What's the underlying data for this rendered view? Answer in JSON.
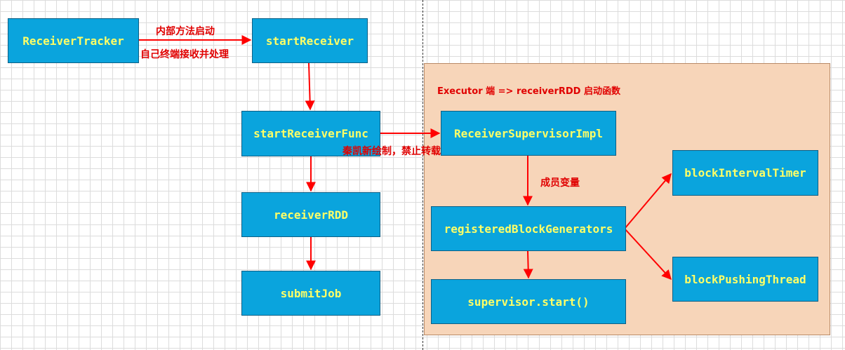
{
  "nodes": {
    "receiver_tracker": "ReceiverTracker",
    "start_receiver": "startReceiver",
    "start_receiver_func": "startReceiverFunc",
    "receiver_rdd": "receiverRDD",
    "submit_job": "submitJob",
    "receiver_supervisor_impl": "ReceiverSupervisorImpl",
    "registered_block_generators": "registeredBlockGenerators",
    "supervisor_start": "supervisor.start()",
    "block_interval_timer": "blockIntervalTimer",
    "block_pushing_thread": "blockPushingThread"
  },
  "labels": {
    "internal_start": "内部方法启动",
    "self_receive": "自己终端接收并处理",
    "executor_side": "Executor 端 => receiverRDD 启动函数",
    "member_variable": "成员变量",
    "watermark": "秦凯新绘制，禁止转载"
  },
  "colors": {
    "node_fill": "#0aa4dd",
    "node_text": "#ffff66",
    "arrow": "#ff0000",
    "panel_fill": "#f7d5b9"
  }
}
